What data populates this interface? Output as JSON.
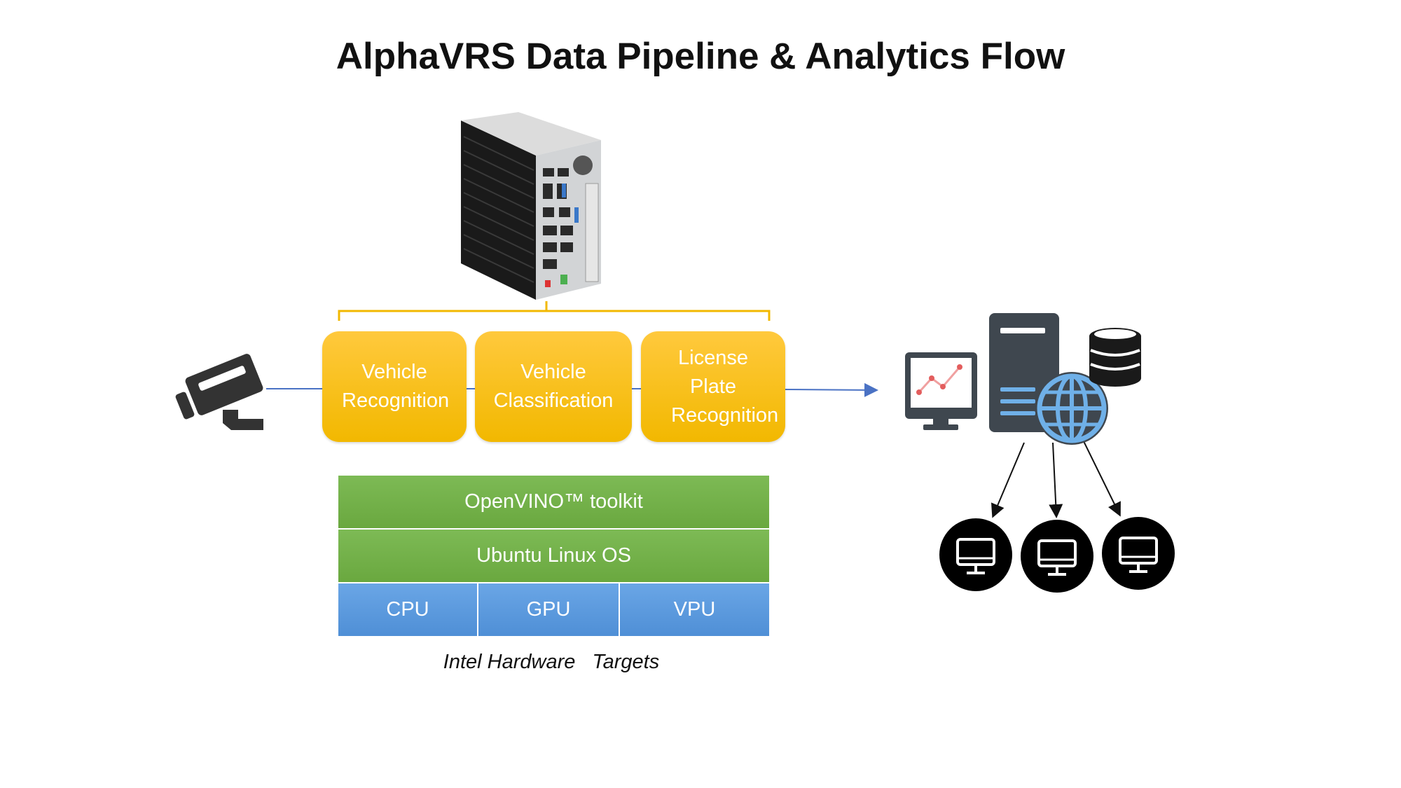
{
  "title": "AlphaVRS Data Pipeline & Analytics Flow",
  "pipeline": {
    "stages": [
      {
        "label": "Vehicle Recognition"
      },
      {
        "label": "Vehicle Classification"
      },
      {
        "label": "License Plate Recognition"
      }
    ]
  },
  "stack": {
    "software": [
      "OpenVINO™ toolkit",
      "Ubuntu Linux OS"
    ],
    "hardware": [
      "CPU",
      "GPU",
      "VPU"
    ],
    "caption": "Intel Hardware   Targets"
  },
  "icons": {
    "camera": "security-camera-icon",
    "edge_device": "industrial-pc-icon",
    "monitor": "analytics-monitor-icon",
    "server": "server-tower-icon",
    "database": "database-icon",
    "globe": "globe-icon",
    "client": "client-monitor-icon"
  },
  "colors": {
    "stage_yellow": "#f7bf1b",
    "stack_green": "#72b04a",
    "stack_blue": "#5a9ae0",
    "bracket": "#f2b800",
    "flow_line": "#4a72c4",
    "client_bg": "#000000",
    "globe": "#6fb0e8"
  }
}
